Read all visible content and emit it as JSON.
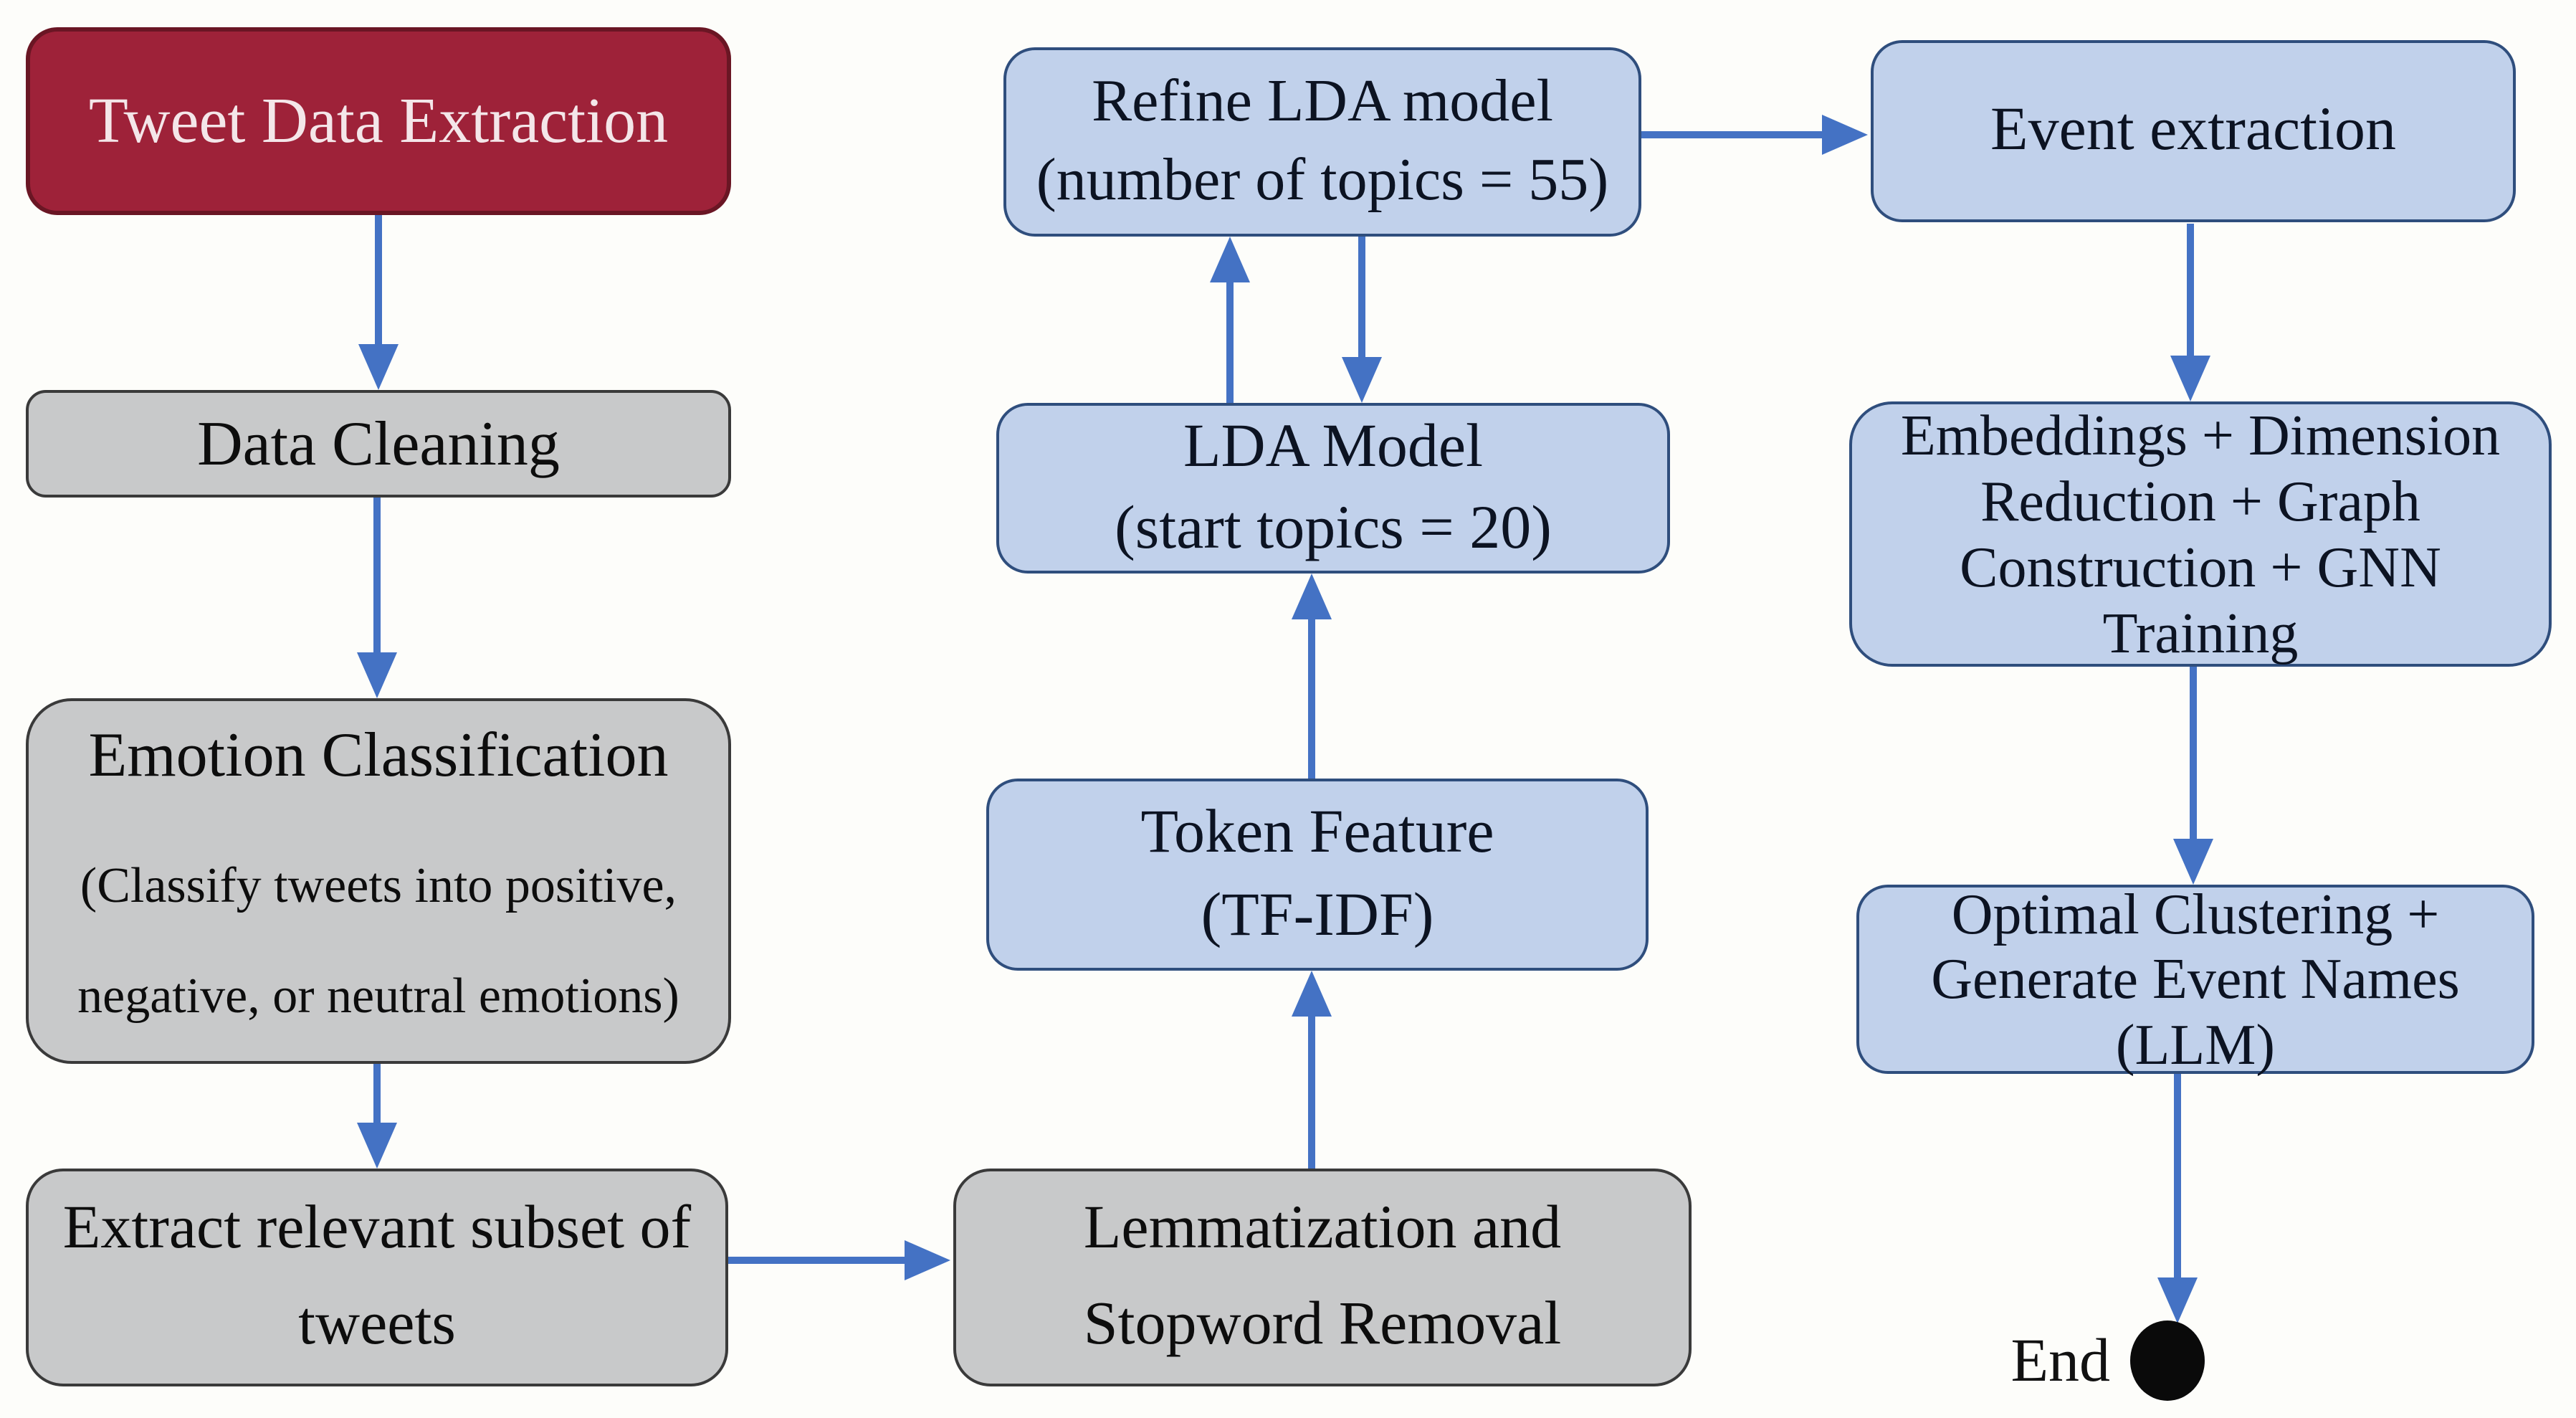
{
  "diagram": {
    "type": "flowchart",
    "description": "Tweet event-detection pipeline flowchart"
  },
  "colors": {
    "background": "#fdfdfa",
    "start_fill": "#9e2239",
    "start_border": "#6a1624",
    "start_text": "#f4e6e9",
    "process_fill": "#c8c9ca",
    "process_border": "#3a3a3a",
    "process_text": "#0d0d0d",
    "model_fill": "#c1d1eb",
    "model_border": "#2f4e7d",
    "model_text": "#0c1322",
    "arrow": "#4472c4",
    "end_circle": "#0a0a0a",
    "end_text": "#111111"
  },
  "nodes": {
    "tweet_extraction": {
      "label": "Tweet Data Extraction"
    },
    "data_cleaning": {
      "label": "Data Cleaning"
    },
    "emotion_classification": {
      "title": "Emotion Classification",
      "subtitle_line1": "(Classify tweets into positive,",
      "subtitle_line2": "negative, or neutral emotions)"
    },
    "extract_subset": {
      "line1": "Extract relevant subset of",
      "line2": "tweets"
    },
    "lemmatization": {
      "line1": "Lemmatization and",
      "line2": "Stopword Removal"
    },
    "token_feature": {
      "line1": "Token Feature",
      "line2": "(TF-IDF)"
    },
    "lda_model": {
      "line1": "LDA Model",
      "line2": "(start topics = 20)"
    },
    "refine_lda": {
      "line1": "Refine LDA model",
      "line2": "(number of topics = 55)"
    },
    "event_extraction": {
      "label": "Event extraction"
    },
    "embeddings_gnn": {
      "line1": "Embeddings + Dimension",
      "line2": "Reduction + Graph",
      "line3": "Construction + GNN",
      "line4": "Training"
    },
    "optimal_clustering": {
      "line1": "Optimal Clustering +",
      "line2": "Generate Event Names",
      "line3": "(LLM)"
    },
    "end": {
      "label": "End"
    }
  },
  "edges": [
    {
      "from": "tweet_extraction",
      "to": "data_cleaning"
    },
    {
      "from": "data_cleaning",
      "to": "emotion_classification"
    },
    {
      "from": "emotion_classification",
      "to": "extract_subset"
    },
    {
      "from": "extract_subset",
      "to": "lemmatization"
    },
    {
      "from": "lemmatization",
      "to": "token_feature"
    },
    {
      "from": "token_feature",
      "to": "lda_model"
    },
    {
      "from": "lda_model",
      "to": "refine_lda"
    },
    {
      "from": "refine_lda",
      "to": "lda_model"
    },
    {
      "from": "refine_lda",
      "to": "event_extraction"
    },
    {
      "from": "event_extraction",
      "to": "embeddings_gnn"
    },
    {
      "from": "embeddings_gnn",
      "to": "optimal_clustering"
    },
    {
      "from": "optimal_clustering",
      "to": "end"
    }
  ]
}
